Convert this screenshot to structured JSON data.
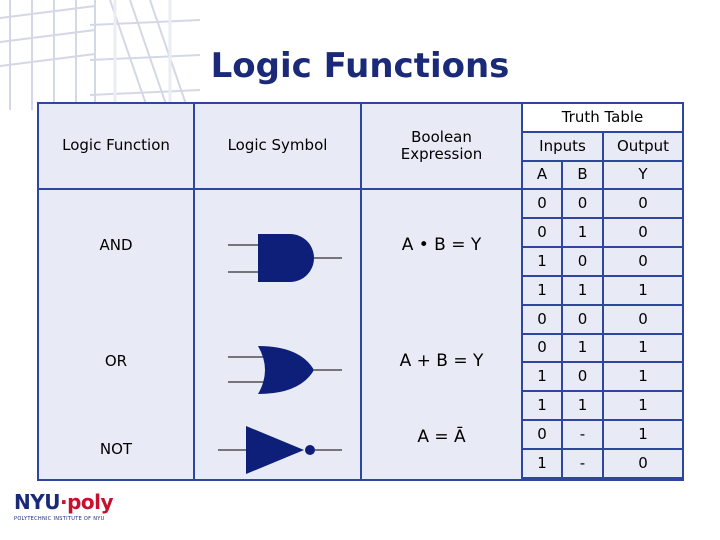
{
  "title": "Logic Functions",
  "headers": {
    "logic_function": "Logic Function",
    "logic_symbol": "Logic Symbol",
    "boolean_expression": "Boolean Expression",
    "truth_table": "Truth Table",
    "inputs": "Inputs",
    "output": "Output",
    "col_a": "A",
    "col_b": "B",
    "col_y": "Y"
  },
  "functions": [
    {
      "name": "AND",
      "expression": "A • B = Y",
      "gate": "and-gate"
    },
    {
      "name": "OR",
      "expression": "A + B = Y",
      "gate": "or-gate"
    },
    {
      "name": "NOT",
      "expression": "A = Ā",
      "gate": "not-gate"
    }
  ],
  "truth_rows": [
    [
      "0",
      "0",
      "0"
    ],
    [
      "0",
      "1",
      "0"
    ],
    [
      "1",
      "0",
      "0"
    ],
    [
      "1",
      "1",
      "1"
    ],
    [
      "0",
      "0",
      "0"
    ],
    [
      "0",
      "1",
      "1"
    ],
    [
      "1",
      "0",
      "1"
    ],
    [
      "1",
      "1",
      "1"
    ],
    [
      "0",
      "-",
      "1"
    ],
    [
      "1",
      "-",
      "0"
    ]
  ],
  "logo": {
    "nyu": "NYU",
    "dot": "·",
    "poly": "poly",
    "tagline": "POLYTECHNIC INSTITUTE OF NYU"
  },
  "colors": {
    "title": "#1a2a78",
    "table_border": "#2e46a0",
    "cell_fill": "#e8ebf5",
    "gate_fill": "#0d1f78"
  }
}
